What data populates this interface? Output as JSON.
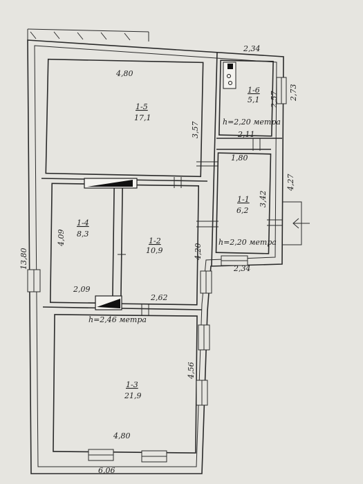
{
  "rooms": {
    "r15": {
      "id": "1-5",
      "area": "17,1"
    },
    "r16": {
      "id": "1-6",
      "area": "5,1"
    },
    "r11": {
      "id": "1-1",
      "area": "6,2"
    },
    "r14": {
      "id": "1-4",
      "area": "8,3"
    },
    "r12": {
      "id": "1-2",
      "area": "10,9"
    },
    "r13": {
      "id": "1-3",
      "area": "21,9"
    }
  },
  "dimensions": {
    "d_234_top": "2,34",
    "d_480_top": "4,80",
    "d_257": "2,57",
    "d_273": "2,73",
    "d_357": "3,57",
    "d_211": "2,11",
    "d_180": "1,80",
    "d_427": "4,27",
    "d_342": "3,42",
    "d_409": "4,09",
    "d_420": "4,20",
    "d_234_bottom": "2,34",
    "d_1380": "13,80",
    "d_209": "2,09",
    "d_262": "2,62",
    "d_456": "4,56",
    "d_480_bottom": "4,80",
    "d_606": "6,06"
  },
  "heights": {
    "h16": "h=2,20 метра",
    "h11": "h=2,20 метра",
    "h13": "h=2,46 метра"
  }
}
